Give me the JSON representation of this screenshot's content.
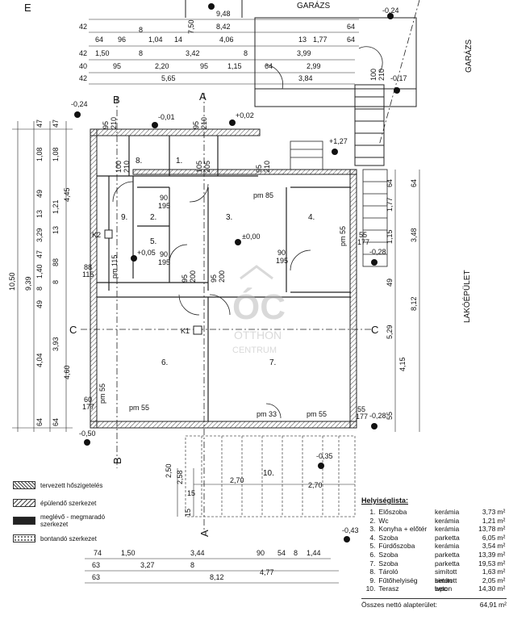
{
  "labels": {
    "garage": "GARÁZS",
    "garage_vertical": "GARÁZS",
    "neighbor_building": "LAKÓÉPÜLET",
    "north": "E"
  },
  "levels": {
    "l_m024_top": "-0,24",
    "l_m024_left": "-0,24",
    "l_m017": "-0,17",
    "l_m001": "-0,01",
    "l_p002": "+0,02",
    "l_p127": "+1,27",
    "l_000": "±0,00",
    "l_p005": "+0,05",
    "l_m028_a": "-0,28",
    "l_m028_b": "-0,28",
    "l_m050": "-0,50",
    "l_m035": "-0,35",
    "l_m043": "-0,43"
  },
  "rooms": {
    "r1": "1.",
    "r2": "2.",
    "r3": "3.",
    "r4": "4.",
    "r5": "5.",
    "r6": "6.",
    "r7": "7.",
    "r8": "8.",
    "r9": "9.",
    "r10": "10."
  },
  "markers": {
    "k1": "K1",
    "k2": "K2",
    "section_a": "A",
    "section_b": "B",
    "section_c": "C"
  },
  "top_dims": {
    "row1": [
      "9,48"
    ],
    "row2": [
      "42",
      "7,50",
      "8,42",
      "64"
    ],
    "row3": [
      "64",
      "96",
      "8",
      "1,04",
      "14",
      "4,06",
      "13",
      "1,77",
      "64"
    ],
    "row4": [
      "42",
      "1,50",
      "8",
      "3,42",
      "8",
      "3,99"
    ],
    "row5": [
      "40",
      "95",
      "2,20",
      "95",
      "1,15",
      "64",
      "2,99"
    ],
    "row6": [
      "42",
      "5,65",
      "3,84"
    ]
  },
  "openings": {
    "o1": "100",
    "o2": "210",
    "o3": "95",
    "o4": "210",
    "o5": "95",
    "o6": "210",
    "o7": "100",
    "o8": "210",
    "o9": "105",
    "o10": "205",
    "o11": "95",
    "o12": "210",
    "o13": "90",
    "o14": "195",
    "o15": "90",
    "o16": "195",
    "o17": "90",
    "o18": "195",
    "o19": "95",
    "o20": "200",
    "o21": "95",
    "o22": "200",
    "o23": "88",
    "o24": "115",
    "o25": "55",
    "o26": "177",
    "o27": "60",
    "o28": "177",
    "o29": "55",
    "o30": "177",
    "pm85": "pm 85",
    "pm115": "pm 115",
    "pm55a": "pm 55",
    "pm55b": "pm 55",
    "pm55c": "pm 55",
    "pm55d": "pm 55",
    "pm33": "pm 33",
    "o31": "55"
  },
  "left_dims": {
    "outer": "10,50",
    "mid": "9,39",
    "c1": [
      "47",
      "1,08",
      "49",
      "13",
      "3,29",
      "47",
      "1,40",
      "8",
      "49",
      "4,04",
      "64"
    ],
    "c2": [
      "47",
      "1,08",
      "4,45",
      "1,21",
      "13",
      "88",
      "8",
      "3,93",
      "4,60",
      "64"
    ]
  },
  "right_dims": {
    "c1": [
      "64",
      "1,77",
      "1,15",
      "49",
      "5,29",
      "55"
    ],
    "c2": [
      "64",
      "3,48",
      "8,12",
      "4,15"
    ]
  },
  "terrace_dims": {
    "h1": "2,50",
    "h2": "2,58",
    "w1": "2,70",
    "w2": "2,70",
    "s1": "15",
    "s2": "15"
  },
  "bottom_dims": {
    "row1": [
      "74",
      "1,50",
      "3,44",
      "90",
      "54",
      "8",
      "1,44"
    ],
    "row2": [
      "63",
      "3,27",
      "8",
      "4,77"
    ],
    "row3": [
      "63",
      "8,12"
    ]
  },
  "legend": [
    {
      "label": "tervezett hőszigetelés",
      "pattern": "hatch"
    },
    {
      "label": "épülendő szerkezet",
      "pattern": "diag"
    },
    {
      "label": "meglévő - megmaradó szerkezet",
      "pattern": "solid"
    },
    {
      "label": "bontandó szerkezet",
      "pattern": "dots"
    }
  ],
  "room_list": {
    "title": "Helyiséglista:",
    "unit": "m²",
    "rows": [
      {
        "n": "1.",
        "name": "Előszoba",
        "floor": "kerámia",
        "area": "3,73"
      },
      {
        "n": "2.",
        "name": "Wc",
        "floor": "kerámia",
        "area": "1,21"
      },
      {
        "n": "3.",
        "name": "Konyha + előtér",
        "floor": "kerámia",
        "area": "13,78"
      },
      {
        "n": "4.",
        "name": "Szoba",
        "floor": "parketta",
        "area": "6,05"
      },
      {
        "n": "5.",
        "name": "Fürdőszoba",
        "floor": "kerámia",
        "area": "3,54"
      },
      {
        "n": "6.",
        "name": "Szoba",
        "floor": "parketta",
        "area": "13,39"
      },
      {
        "n": "7.",
        "name": "Szoba",
        "floor": "parketta",
        "area": "19,53"
      },
      {
        "n": "8.",
        "name": "Tároló",
        "floor": "simított beton",
        "area": "1,63"
      },
      {
        "n": "9.",
        "name": "Fűtőhelyiség",
        "floor": "simított beton",
        "area": "2,05"
      },
      {
        "n": "10.",
        "name": "Terasz",
        "floor": "wpc",
        "area": "14,30"
      }
    ],
    "total_label": "Összes nettó alapterület:",
    "total_value": "64,91"
  },
  "watermark": {
    "logo": "ÓC",
    "line1": "OTTHON",
    "line2": "CENTRUM"
  }
}
